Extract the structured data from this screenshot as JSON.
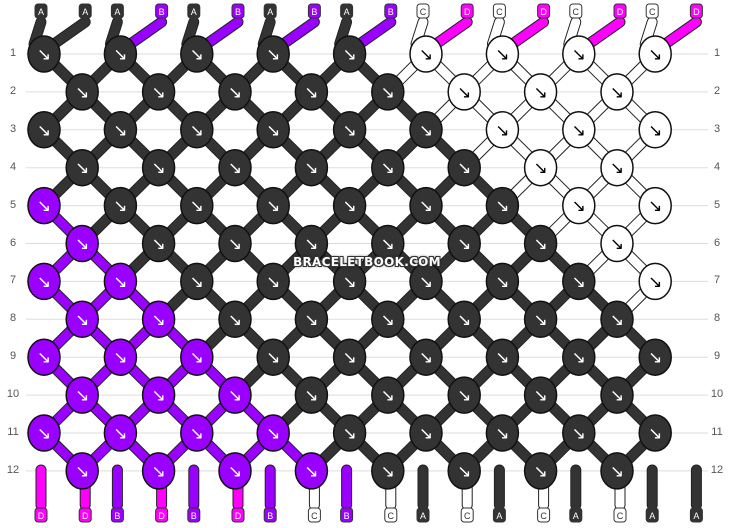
{
  "title": "",
  "colors": {
    "A": "#333333",
    "B": "#9900ff",
    "C": "#ffffff",
    "D": "#ff00ff"
  },
  "top_strings": [
    "A",
    "A",
    "A",
    "B",
    "A",
    "B",
    "A",
    "B",
    "A",
    "B",
    "C",
    "D",
    "C",
    "D",
    "C",
    "D",
    "C",
    "D"
  ],
  "bottom_strings": [
    "D",
    "D",
    "B",
    "D",
    "B",
    "D",
    "B",
    "C",
    "B",
    "C",
    "A",
    "C",
    "A",
    "C",
    "A",
    "C",
    "A",
    "A"
  ],
  "row_numbers": [
    "1",
    "2",
    "3",
    "4",
    "5",
    "6",
    "7",
    "8",
    "9",
    "10",
    "11",
    "12"
  ],
  "knot_rows": [
    [
      "A",
      "A",
      "A",
      "A",
      "A",
      "C",
      "C",
      "C",
      "C"
    ],
    [
      "A",
      "A",
      "A",
      "A",
      "A",
      "C",
      "C",
      "C"
    ],
    [
      "A",
      "A",
      "A",
      "A",
      "A",
      "A",
      "C",
      "C",
      "C"
    ],
    [
      "A",
      "A",
      "A",
      "A",
      "A",
      "A",
      "C",
      "C"
    ],
    [
      "B",
      "A",
      "A",
      "A",
      "A",
      "A",
      "A",
      "C",
      "C"
    ],
    [
      "B",
      "A",
      "A",
      "A",
      "A",
      "A",
      "A",
      "C"
    ],
    [
      "B",
      "B",
      "A",
      "A",
      "A",
      "A",
      "A",
      "A",
      "C"
    ],
    [
      "B",
      "B",
      "A",
      "A",
      "A",
      "A",
      "A",
      "A"
    ],
    [
      "B",
      "B",
      "B",
      "A",
      "A",
      "A",
      "A",
      "A",
      "A"
    ],
    [
      "B",
      "B",
      "B",
      "A",
      "A",
      "A",
      "A",
      "A"
    ],
    [
      "B",
      "B",
      "B",
      "B",
      "A",
      "A",
      "A",
      "A",
      "A"
    ],
    [
      "B",
      "B",
      "B",
      "B",
      "A",
      "A",
      "A",
      "A"
    ]
  ],
  "knot_arrow": "↘",
  "watermark": "BRACELETBOOK.COM"
}
